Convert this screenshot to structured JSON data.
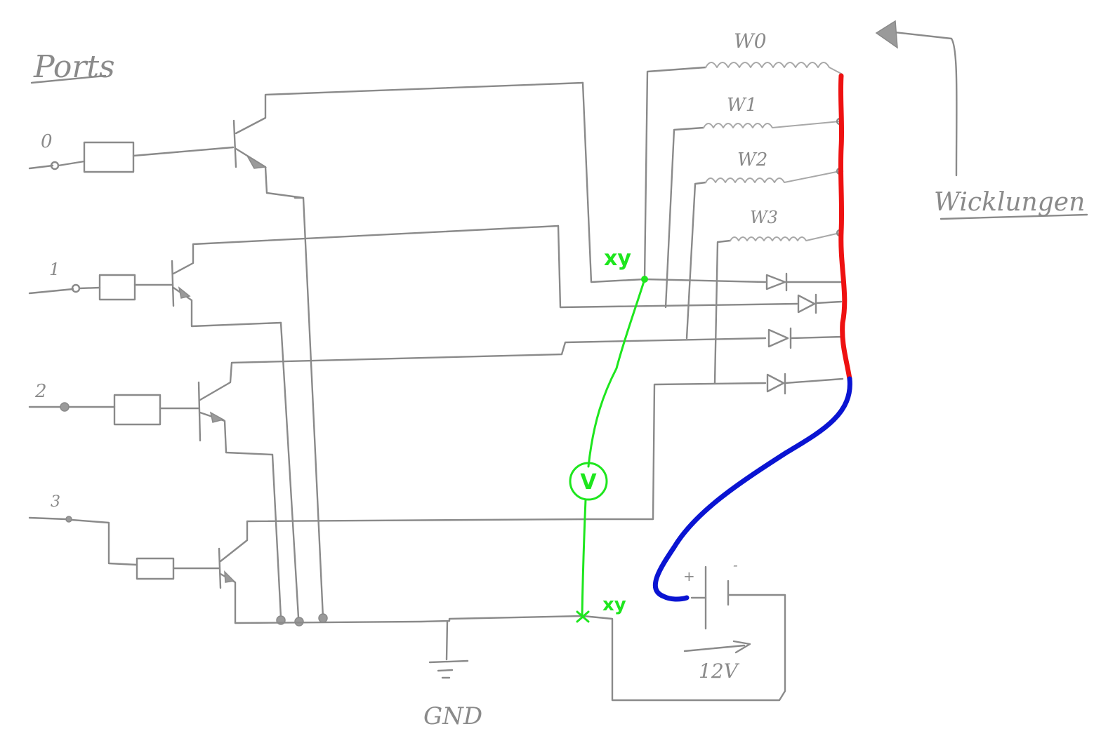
{
  "labels": {
    "ports_heading": "Ports",
    "windings_heading": "Wicklungen",
    "gnd": "GND",
    "voltage": "12V",
    "battery_plus": "+",
    "battery_minus": "-",
    "voltmeter": "V",
    "probe_top": "xy",
    "probe_bottom": "xy"
  },
  "ports": [
    {
      "label": "0"
    },
    {
      "label": "1"
    },
    {
      "label": "2"
    },
    {
      "label": "3"
    }
  ],
  "windings": [
    {
      "label": "W0"
    },
    {
      "label": "W1"
    },
    {
      "label": "W2"
    },
    {
      "label": "W3"
    }
  ],
  "colors": {
    "pencil": "#8a8a8a",
    "measurement": "#1ee61e",
    "common_rail": "#ee1111",
    "supply_lead": "#0a14d2"
  }
}
